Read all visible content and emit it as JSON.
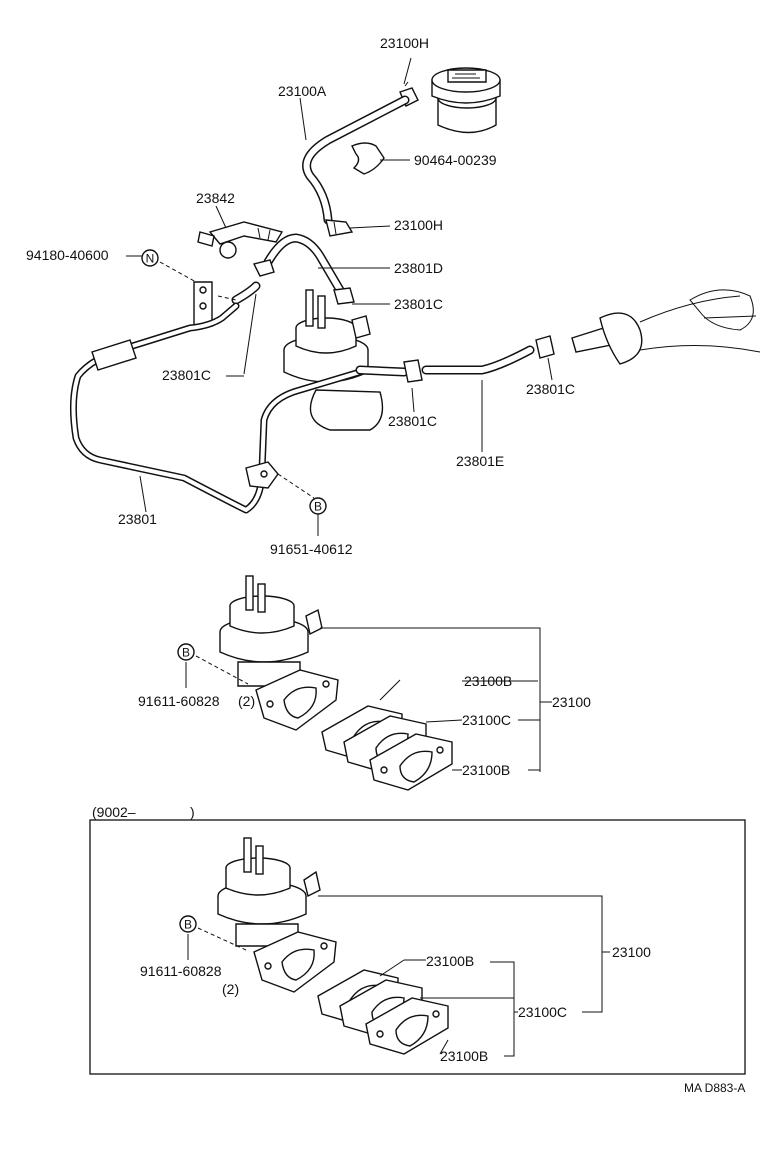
{
  "labels": {
    "p23100H_top": "23100H",
    "p23100A": "23100A",
    "p90464": "90464-00239",
    "p23842": "23842",
    "p23100H_mid": "23100H",
    "p94180": "94180-40600",
    "p23801D": "23801D",
    "p23801C_a": "23801C",
    "p23801C_b": "23801C",
    "p23801C_c": "23801C",
    "p23801C_d": "23801C",
    "p23801E": "23801E",
    "p23801": "23801",
    "p91651": "91651-40612",
    "p23100B_1": "23100B",
    "p23100": "23100",
    "p91611_1": "91611-60828",
    "qty_1": "(2)",
    "p23100C_1": "23100C",
    "p23100B_2": "23100B",
    "range": "(9002–",
    "range_close": ")",
    "p91611_2": "91611-60828",
    "qty_2": "(2)",
    "p23100B_3": "23100B",
    "p23100_2": "23100",
    "p23100C_2": "23100C",
    "p23100B_4": "23100B",
    "ref_code": "MA D883-A"
  },
  "markers": {
    "n": "N",
    "b1": "B",
    "b2": "B",
    "b3": "B"
  }
}
